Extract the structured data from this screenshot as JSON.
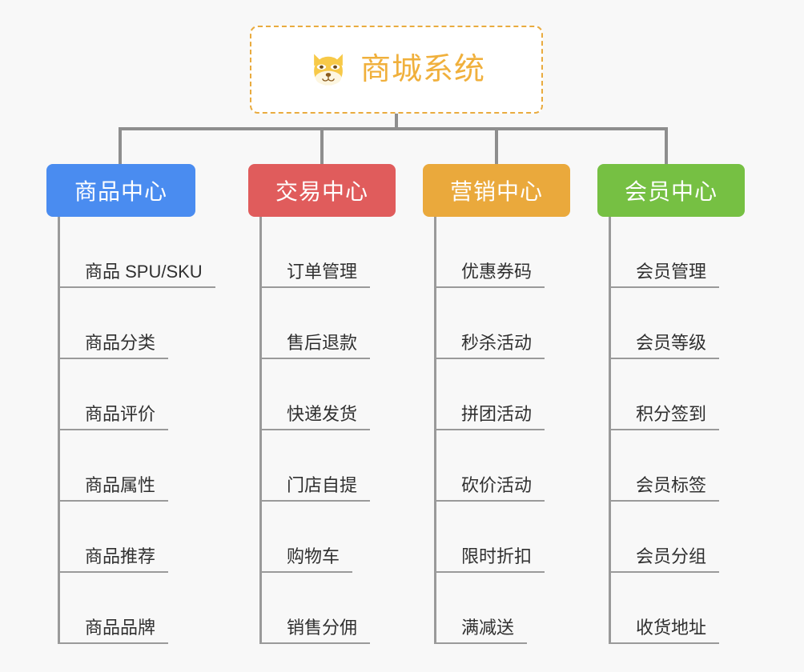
{
  "diagram": {
    "type": "mind-map",
    "background_color": "#f8f8f8",
    "root": {
      "title": "商城系统",
      "icon": "shiba-dog-icon",
      "text_color": "#f0b03c",
      "border_color": "#e9ab3f",
      "fill_color": "#ffffff"
    },
    "connector_color": "#8e8e8e",
    "branches": [
      {
        "label": "商品中心",
        "color": "#4a8cf0",
        "leaves": [
          "商品 SPU/SKU",
          "商品分类",
          "商品评价",
          "商品属性",
          "商品推荐",
          "商品品牌"
        ]
      },
      {
        "label": "交易中心",
        "color": "#e05c5c",
        "leaves": [
          "订单管理",
          "售后退款",
          "快递发货",
          "门店自提",
          "购物车",
          "销售分佣"
        ]
      },
      {
        "label": "营销中心",
        "color": "#eaa93c",
        "leaves": [
          "优惠券码",
          "秒杀活动",
          "拼团活动",
          "砍价活动",
          "限时折扣",
          "满减送"
        ]
      },
      {
        "label": "会员中心",
        "color": "#76c043",
        "leaves": [
          "会员管理",
          "会员等级",
          "积分签到",
          "会员标签",
          "会员分组",
          "收货地址"
        ]
      }
    ]
  }
}
